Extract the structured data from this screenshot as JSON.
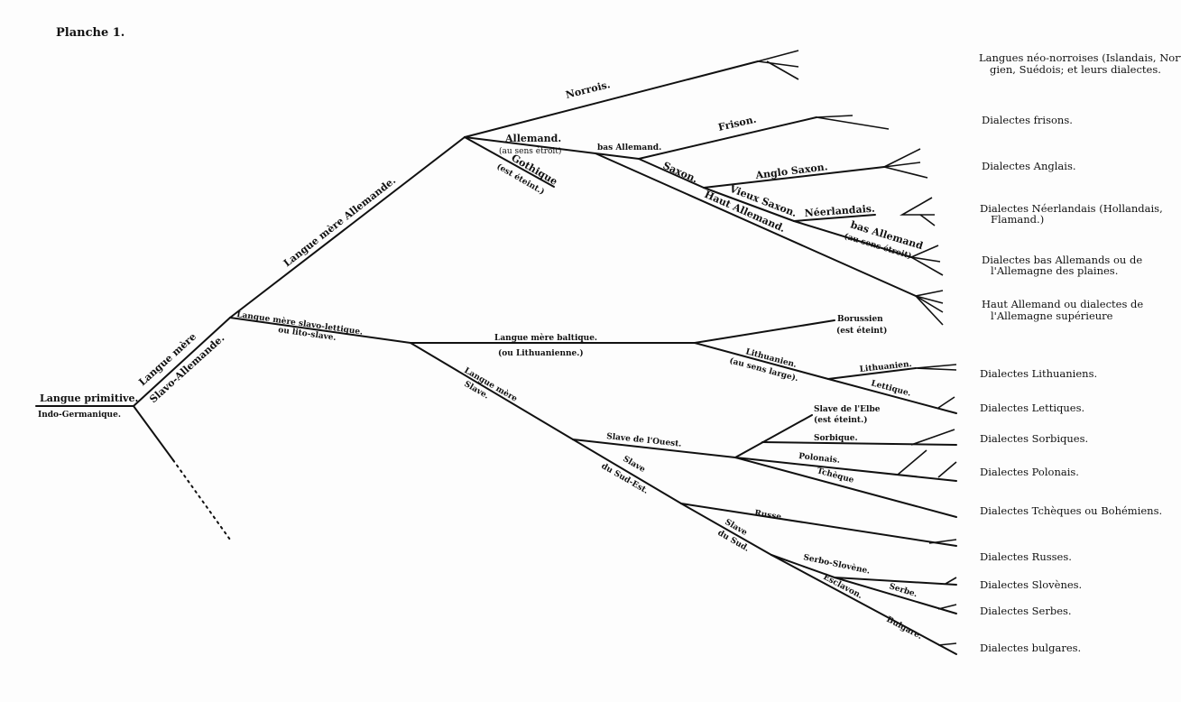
{
  "title": "Planche 1.",
  "root": {
    "line1": "Langue primitive.",
    "line2": "Indo-Germanique."
  },
  "branches": {
    "slavo_allemande_1": "Langue mère",
    "slavo_allemande_2": "Slavo-Allemande.",
    "allemande": "Langue mère Allemande.",
    "norrois": "Norrois.",
    "allemand": "Allemand.",
    "allemand_sub": "(au sens étroit)",
    "gothique": "Gothique",
    "gothique_sub": "(est éteint.)",
    "bas_allemand": "bas Allemand.",
    "frison": "Frison.",
    "saxon": "Saxon.",
    "anglo_saxon": "Anglo Saxon.",
    "vieux_saxon": "Vieux Saxon.",
    "neerlandais": "Néerlandais.",
    "bas_allemand_etroit": "bas Allemand",
    "bas_allemand_etroit_sub": "(au sens étroit)",
    "haut_allemand": "Haut Allemand.",
    "slavo_lettique": "Langue mère slavo-lettique.",
    "slavo_lettique_sub": "ou lito-slave.",
    "baltique": "Langue mère baltique.",
    "baltique_sub": "(ou Lithuanienne.)",
    "borussien": "Borussien",
    "borussien_sub": "(est éteint)",
    "lithuanien_large": "Lithuanien.",
    "lithuanien_large_sub": "(au sens large).",
    "lithuanien": "Lithuanien.",
    "lettique": "Lettique.",
    "slave_1": "Langue mère",
    "slave_2": "Slave.",
    "slave_ouest": "Slave de l'Ouest.",
    "slave_elbe": "Slave de l'Elbe",
    "slave_elbe_sub": "(est éteint.)",
    "sorbique": "Sorbique.",
    "polonais": "Polonais.",
    "tcheque": "Tchèque",
    "slave_sud_est_1": "Slave",
    "slave_sud_est_2": "du Sud-Est.",
    "russe": "Russe.",
    "slave_sud_1": "Slave",
    "slave_sud_2": "du Sud.",
    "serbo_slovene": "Serbo-Slovène.",
    "serbe": "Serbe.",
    "esclavon": "Esclavon.",
    "bulgare": "Bulgare."
  },
  "dialects": [
    {
      "line1": "Langues néo-norroises (Islandais, Norwé-",
      "line2": "gien, Suédois; et leurs dialectes."
    },
    {
      "line1": "Dialectes frisons."
    },
    {
      "line1": "Dialectes Anglais."
    },
    {
      "line1": "Dialectes Néerlandais (Hollandais,",
      "line2": "Flamand.)"
    },
    {
      "line1": "Dialectes bas Allemands ou de",
      "line2": "l'Allemagne des plaines."
    },
    {
      "line1": "Haut Allemand ou dialectes de",
      "line2": "l'Allemagne supérieure"
    },
    {
      "line1": "Dialectes Lithuaniens."
    },
    {
      "line1": "Dialectes Lettiques."
    },
    {
      "line1": "Dialectes Sorbiques."
    },
    {
      "line1": "Dialectes Polonais."
    },
    {
      "line1": "Dialectes Tchèques ou Bohémiens."
    },
    {
      "line1": "Dialectes Russes."
    },
    {
      "line1": "Dialectes Slovènes."
    },
    {
      "line1": "Dialectes Serbes."
    },
    {
      "line1": "Dialectes bulgares."
    }
  ]
}
